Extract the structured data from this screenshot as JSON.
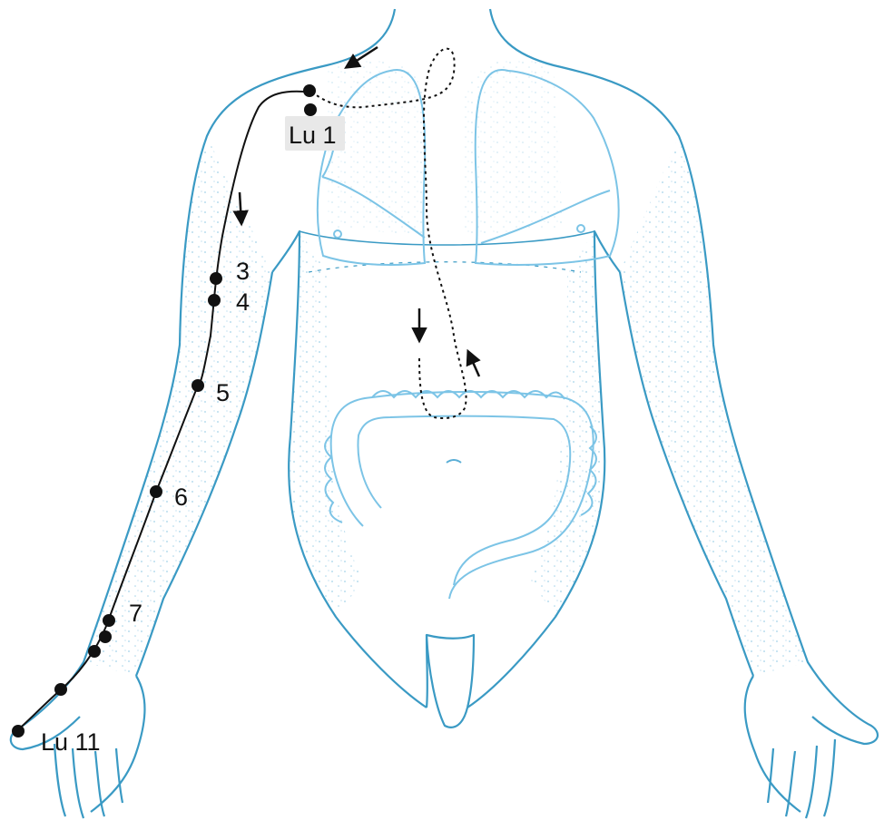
{
  "colors": {
    "body_outline": "#3a9ac4",
    "body_stipple": "#5aaed6",
    "organ_outline": "#7cc4e6",
    "meridian": "#111111",
    "label_highlight": "#e8e8e8"
  },
  "labels": {
    "lu1": "Lu 1",
    "p3": "3",
    "p4": "4",
    "p5": "5",
    "p6": "6",
    "p7": "7",
    "lu11": "Lu 11"
  }
}
